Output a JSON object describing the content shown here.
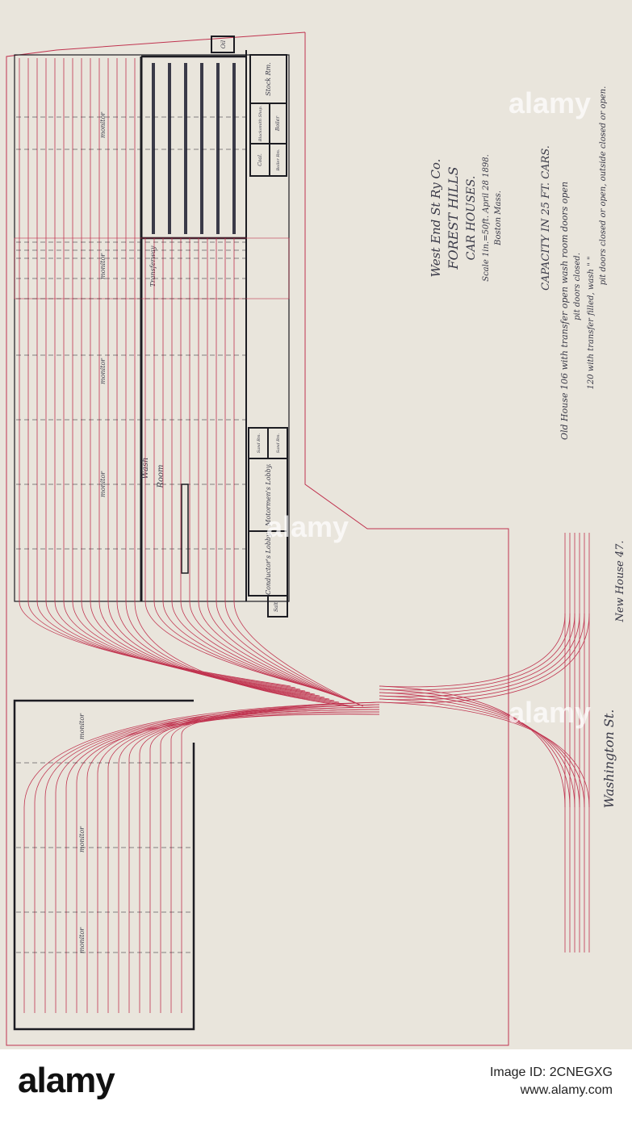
{
  "title": {
    "company": "West End St Ry Co.",
    "name": "FOREST HILLS",
    "subtitle": "CAR HOUSES.",
    "scale": "Scale 1in.=50ft.  April 28 1898.",
    "place": "Boston Mass."
  },
  "capacity": {
    "heading": "CAPACITY  IN  25 FT.  CARS.",
    "line1": "Old House 106 with transfer open wash room doors open",
    "line2": "pit doors closed.",
    "line3": "120 with transfer filled, wash  \"  \"",
    "line4": "pit doors closed or open, outside closed or open.",
    "line5": "New House 47."
  },
  "street": "Washington  St.",
  "rooms": {
    "oil": "Oil",
    "stock": "Stock Rm.",
    "blacksmith": "Blacksmith Shop.",
    "boiler": "Boiler",
    "coal": "Coal.",
    "boiler_rm": "Boiler Rm.",
    "sand1": "Sand Rm.",
    "sand2": "Sand Rm.",
    "motormens": "Motormen's Lobby.",
    "conductors": "Conductor's Lobby.",
    "salt": "Salt."
  },
  "labels": {
    "transferway": "Transferway",
    "wash": "Wash",
    "room": "Room",
    "monitor": "monitor"
  },
  "watermark": "alamy",
  "footer": {
    "logo": "alamy",
    "image_id": "Image ID: 2CNEGXG",
    "site": "www.alamy.com"
  },
  "colors": {
    "track": "#c0334f",
    "ink": "#1c1c22",
    "paper": "#e9e5dc"
  }
}
